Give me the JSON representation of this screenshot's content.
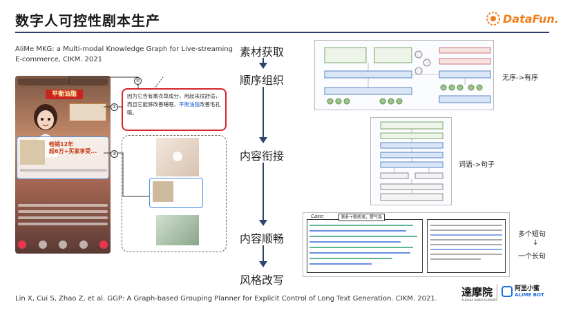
{
  "header": {
    "title": "数字人可控性剧本生产"
  },
  "brand": {
    "logo_text": "DataFun.",
    "accent": "#f07f1e"
  },
  "references": {
    "top_line1": "AliMe MKG: a Multi-modal Knowledge Graph for Live-streaming",
    "top_line2": "E-commerce, CIKM. 2021",
    "bottom": "Lin X, Cui S, Zhao Z, et al. GGP: A Graph-based Grouping Planner for Explicit Control of Long Text Generation. CIKM. 2021."
  },
  "phone": {
    "badge": "平衡油脂",
    "card_text_1": "畅销12年",
    "card_text_2": "超6万+买家享受..."
  },
  "callout": {
    "text_before": "因为它含有薰衣草成分，用起来很舒适，而且它能够改善睡眠，",
    "text_highlight": "平衡油脂",
    "text_after": "改善毛孔哦。"
  },
  "markers": {
    "one": "①",
    "two": "②",
    "three": "③"
  },
  "steps": [
    {
      "label": "素材获取"
    },
    {
      "label": "顺序组织"
    },
    {
      "label": "内容衔接"
    },
    {
      "label": "内容顺畅"
    },
    {
      "label": "风格改写"
    }
  ],
  "side_labels": {
    "order": "无序->有序",
    "sentence": "词语->句子",
    "short_1": "多个短句",
    "arrow": "↓",
    "short_2": "一个长句"
  },
  "case": {
    "title": "Case:",
    "topic": "粉扑+粉底液，提气色"
  },
  "bottom_brand": {
    "academy": "達摩院",
    "academy_sub": "ALIBABA DAMO ACADEMY",
    "bot_cn": "阿里小蜜",
    "bot_en": "ALIME BOT",
    "bot_color": "#1a6fe0"
  }
}
